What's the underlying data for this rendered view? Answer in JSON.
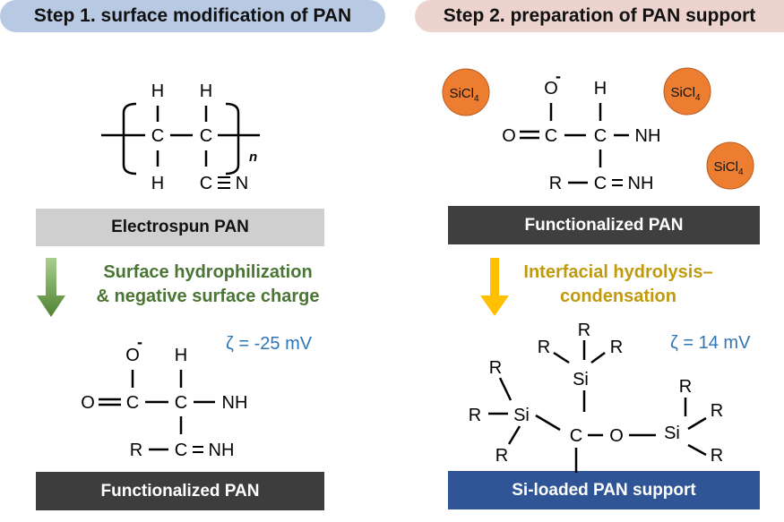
{
  "step1": {
    "title": "Step 1. surface modification of PAN",
    "start_label": "Electrospun PAN",
    "process_line1": "Surface hydrophilization",
    "process_line2": "& negative surface charge",
    "end_label": "Functionalized PAN",
    "zeta_potential": "ζ = -25 mV",
    "colors": {
      "header": "#b8c9e3",
      "arrow": "#5a8a3c",
      "process_text": "#4a7534"
    }
  },
  "step2": {
    "title": "Step 2. preparation of PAN support",
    "start_label": "Functionalized PAN",
    "process_line1": "Interfacial hydrolysis–",
    "process_line2": "condensation",
    "end_label": "Si-loaded PAN support",
    "zeta_potential": "ζ = 14 mV",
    "reagent": "SiCl",
    "reagent_subscript": "4",
    "colors": {
      "header": "#ecd3cd",
      "arrow": "#ffc000",
      "process_text": "#c09a0e",
      "reagent": "#ed7d31",
      "end_bar": "#2f5597"
    }
  },
  "atoms": {
    "H": "H",
    "C": "C",
    "N": "N",
    "O": "O",
    "R": "R",
    "Si": "Si",
    "NH": "NH",
    "n": "n",
    "minus": "-"
  }
}
